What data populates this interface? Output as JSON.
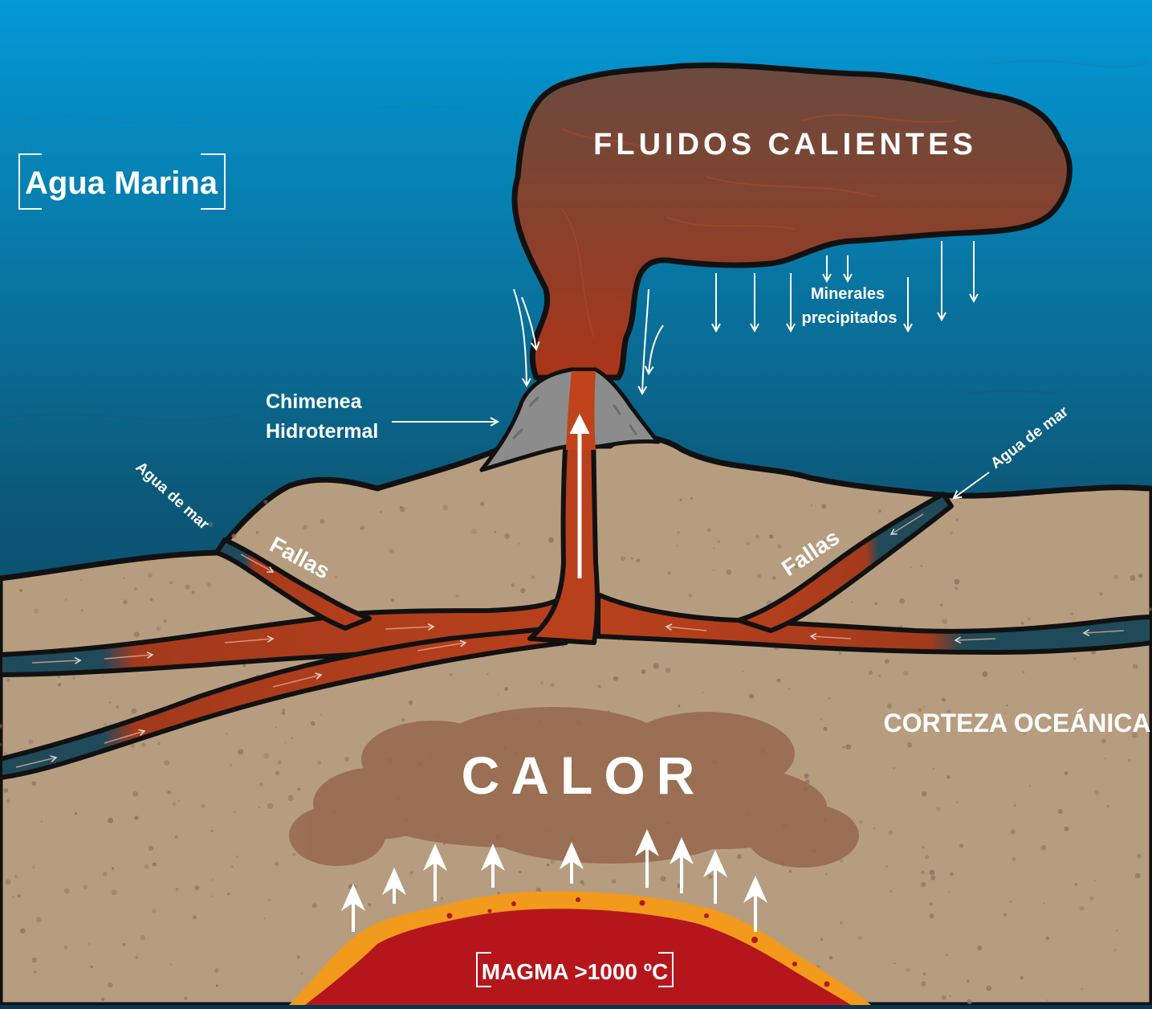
{
  "labels": {
    "sea_water": "Agua Marina",
    "hot_fluids": "FLUIDOS CALIENTES",
    "minerals_line1": "Minerales",
    "minerals_line2": "precipitados",
    "chimney_line1": "Chimenea",
    "chimney_line2": "Hidrotermal",
    "seawater_left": "Agua de mar",
    "seawater_right": "Agua de mar",
    "faults_left": "Fallas",
    "faults_right": "Fallas",
    "oceanic_crust": "CORTEZA OCEÁNICA",
    "heat": "CALOR",
    "magma": "MAGMA >1000 ºC"
  },
  "colors": {
    "sea_top": "#0399d6",
    "sea_bottom": "#0b3045",
    "crust": "#b79d80",
    "plume_top": "#6b4a40",
    "plume_bottom": "#a8361c",
    "channel_hot": "#b8401c",
    "channel_cold": "#1f4a5a",
    "heat_cloud": "#96684c",
    "magma": "#b5161c",
    "magma_rim": "#f29a1c",
    "chimney": "#8c8c8c"
  }
}
